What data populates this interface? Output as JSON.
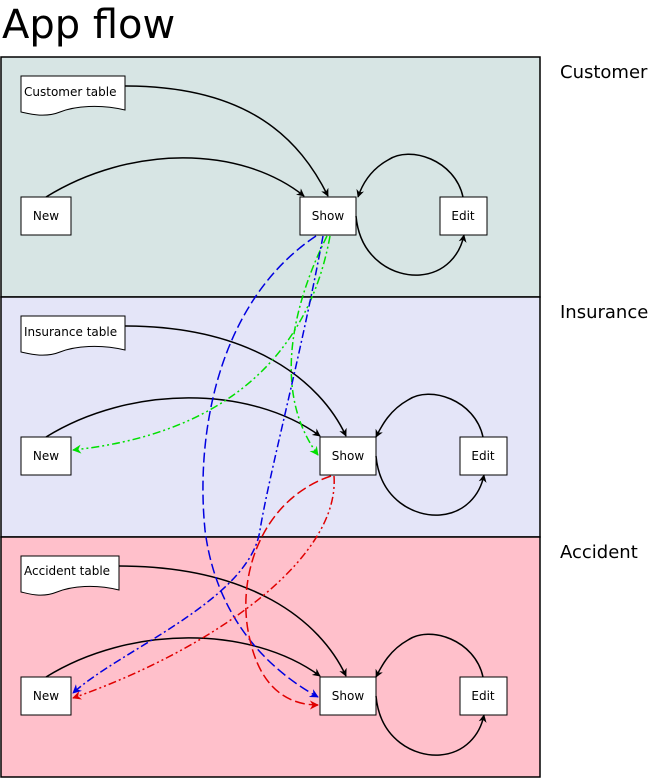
{
  "title": "App flow",
  "lanes": [
    {
      "label": "Customer",
      "fill": "#d7e5e4",
      "table_label": "Customer table",
      "nodes": {
        "new": "New",
        "show": "Show",
        "edit": "Edit"
      }
    },
    {
      "label": "Insurance",
      "fill": "#e4e5f8",
      "table_label": "Insurance table",
      "nodes": {
        "new": "New",
        "show": "Show",
        "edit": "Edit"
      }
    },
    {
      "label": "Accident",
      "fill": "#ffc0cb",
      "table_label": "Accident table",
      "nodes": {
        "new": "New",
        "show": "Show",
        "edit": "Edit"
      }
    }
  ],
  "edge_colors": {
    "main": "#000000",
    "green": "#00e000",
    "blue": "#0000e0",
    "red": "#e00000"
  }
}
